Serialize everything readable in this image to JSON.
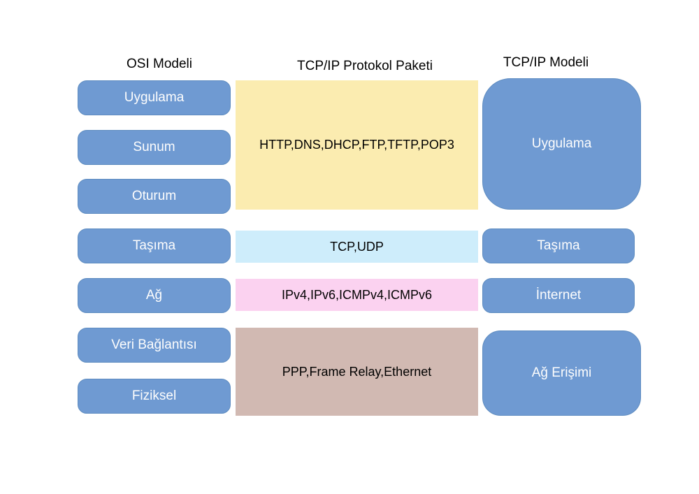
{
  "diagram": {
    "headers": {
      "osi": "OSI Modeli",
      "protocol": "TCP/IP Protokol Paketi",
      "tcpip": "TCP/IP Modeli"
    },
    "osi_layers": [
      "Uygulama",
      "Sunum",
      "Oturum",
      "Taşıma",
      "Ağ",
      "Veri Bağlantısı",
      "Fiziksel"
    ],
    "protocol_groups": [
      {
        "label": "HTTP,DNS,DHCP,FTP,TFTP,POP3",
        "color": "#FBECB0"
      },
      {
        "label": "TCP,UDP",
        "color": "#CEEDFB"
      },
      {
        "label": "IPv4,IPv6,ICMPv4,ICMPv6",
        "color": "#FBD2F0"
      },
      {
        "label": "PPP,Frame Relay,Ethernet",
        "color": "#D1B9B2"
      }
    ],
    "tcpip_layers": [
      "Uygulama",
      "Taşıma",
      "İnternet",
      "Ağ Erişimi"
    ],
    "colors": {
      "layer_fill": "#6F9AD2",
      "layer_border": "#5E8CC0",
      "layer_text": "#FDFDFD",
      "protocol_text": "#000000",
      "background": "#FFFFFF"
    }
  }
}
